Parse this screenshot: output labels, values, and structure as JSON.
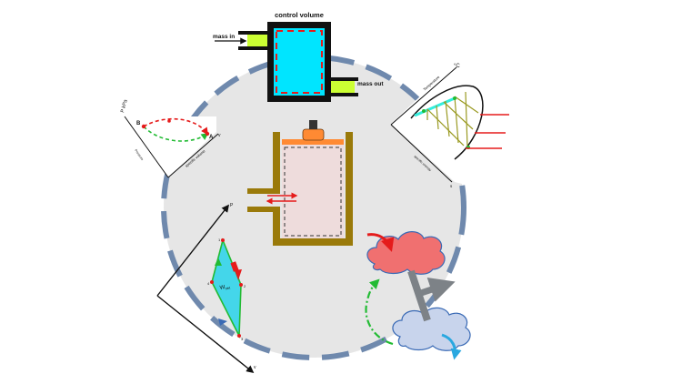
{
  "labels": {
    "control_volume": "control volume",
    "mass_in": "mass in",
    "mass_out": "mass out",
    "work_net": "W",
    "work_net_sub": "net"
  },
  "pv_diagram": {
    "y_axis": "P kPa",
    "x_axis": "specific volume",
    "y_axis_small": "Pressure",
    "x_axis_unit": "v",
    "point_a": "A",
    "point_b": "B"
  },
  "ts_diagram": {
    "y_axis": "Temperature",
    "y_unit": "°C",
    "x_axis": "specific entropy",
    "x_unit": "s"
  },
  "cycle_diagram": {
    "y_axis": "P",
    "x_axis": "v",
    "pt1": "1",
    "pt2": "2",
    "pt3": "3",
    "pt4": "4"
  },
  "colors": {
    "circle_fill": "#e6e6e6",
    "circle_dash": "#6f89ad",
    "control_volume_fill": "#00e5ff",
    "pipe_yellowgreen": "#ccff33",
    "piston_olive": "#9a7a0a",
    "weight_orange": "#ff8a33",
    "hot_cloud": "#f07070",
    "cold_cloud": "#c8d4ec",
    "arrow_red": "#e51b1b",
    "arrow_green": "#22bb33",
    "arrow_blue": "#3a6ab5",
    "engine_gray": "#7d8287"
  }
}
